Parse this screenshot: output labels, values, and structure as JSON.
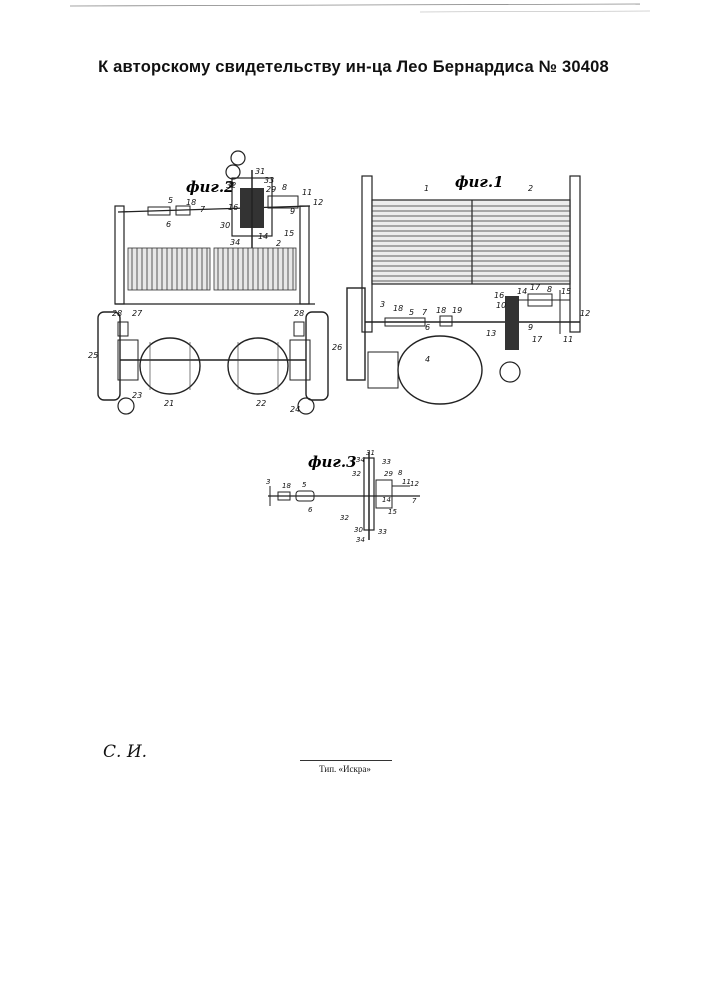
{
  "document": {
    "heading": "К авторскому свидетельству ин-ца Лео Бернардиса",
    "patent_number": "№ 30408",
    "signature": "С. И.",
    "printer": "Тип. «Искра»"
  },
  "figures": {
    "fig1": {
      "label": "фиг.1",
      "callouts": [
        "1",
        "2",
        "3",
        "18",
        "5",
        "7",
        "18",
        "19",
        "4",
        "16",
        "10",
        "14",
        "17",
        "8",
        "15",
        "12",
        "13",
        "9",
        "17",
        "11",
        "6"
      ]
    },
    "fig2": {
      "label": "фиг.2",
      "callouts": [
        "31",
        "33",
        "32",
        "29",
        "8",
        "11",
        "12",
        "18",
        "5",
        "7",
        "6",
        "16",
        "9",
        "30",
        "14",
        "15",
        "34",
        "2",
        "27",
        "28",
        "28",
        "25",
        "26",
        "21",
        "22",
        "23",
        "24"
      ]
    },
    "fig3": {
      "label": "фиг.3",
      "callouts": [
        "31",
        "34",
        "33",
        "3",
        "18",
        "5",
        "32",
        "29",
        "8",
        "11",
        "12",
        "14",
        "7",
        "6",
        "32",
        "15",
        "30",
        "33",
        "34"
      ]
    }
  }
}
